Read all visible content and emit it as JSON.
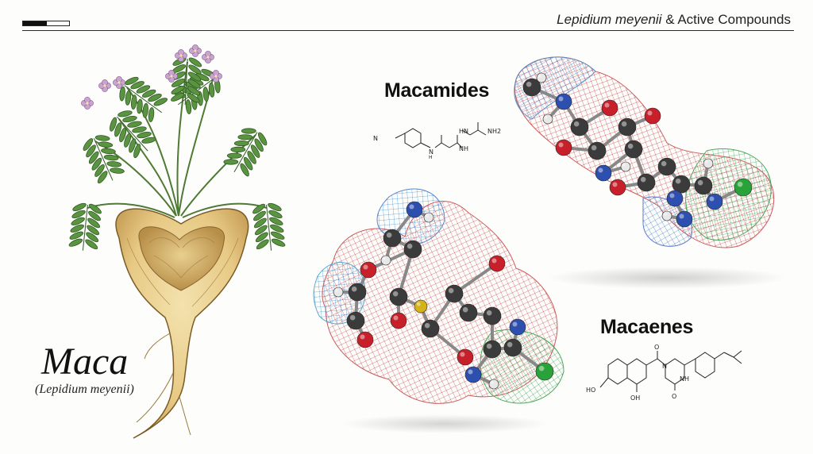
{
  "header": {
    "title_latin": "Lepidium meyenii",
    "title_rest": " & Active Compounds"
  },
  "plant": {
    "common_name": "Maca",
    "scientific_name": "(Lepidium meyenii)"
  },
  "compounds": {
    "macamides": {
      "label": "Macamides",
      "atoms": {
        "methyl": "N",
        "amine": "NH2",
        "hydrazine_1": "HN",
        "hydrazine_2": "NH",
        "amide": "N",
        "amide_h": "H"
      }
    },
    "macaenes": {
      "label": "Macaenes",
      "atoms": {
        "hydroxyl_1": "HO",
        "hydroxyl_2": "OH",
        "ring_n": "N",
        "ring_nh": "NH",
        "carbonyl_1": "O",
        "carbonyl_2": "O"
      }
    }
  },
  "colors": {
    "oxygen": "#c8202a",
    "nitrogen": "#2c4fb0",
    "carbon": "#3b3b3b",
    "hydrogen": "#e8e8e8",
    "chlorine": "#2aa23a",
    "sulfur": "#d4b21a",
    "root": "#e9cf8e",
    "leaf": "#4f8a3a",
    "flower": "#c9a4cf"
  }
}
